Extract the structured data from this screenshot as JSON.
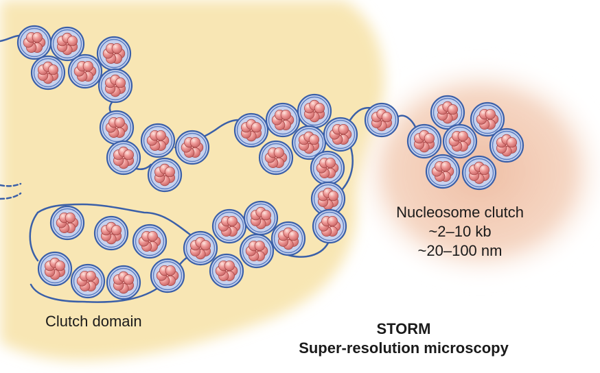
{
  "labels": {
    "clutch": {
      "title": "Nucleosome clutch",
      "size_kb": "~2–10 kb",
      "size_nm": "~20–100 nm"
    },
    "domain": "Clutch domain",
    "method": {
      "name": "STORM",
      "description": "Super-resolution microscopy"
    }
  },
  "colors": {
    "domain_region": "#f8e6b4",
    "clutch_region": "#eebba0",
    "dna_strand": "#3a5fa8",
    "nucleosome_core": "#e98f8f",
    "nucleosome_highlight": "#fbe0da",
    "nucleosome_outline": "#a84848",
    "histone_wrap": "#b7c4e6"
  }
}
